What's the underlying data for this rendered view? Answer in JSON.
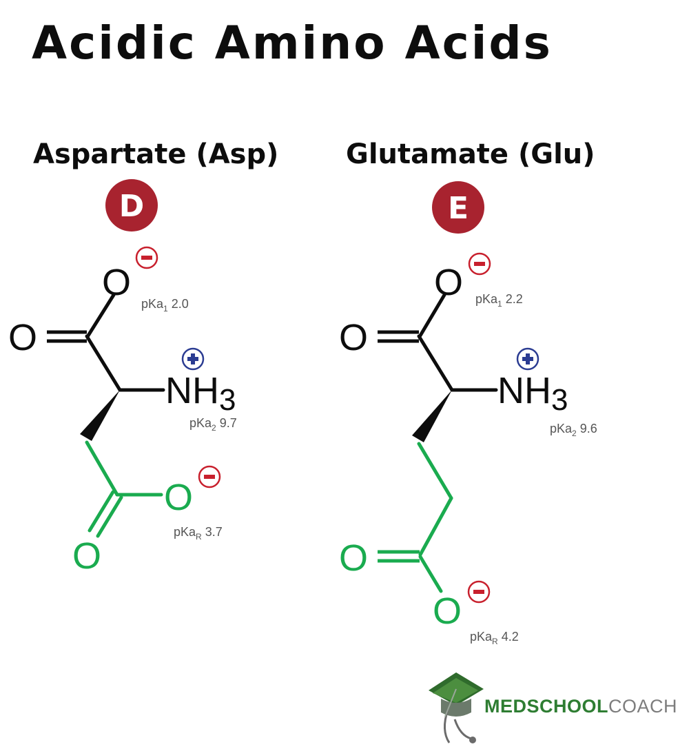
{
  "title": "Acidic Amino Acids",
  "colors": {
    "ink": "#0d0d0d",
    "side_chain": "#1aab4f",
    "negative": "#c8202d",
    "positive": "#2b3c92",
    "badge": "#a8232f",
    "label_gray": "#555555",
    "brand_green": "#2e7d32",
    "brand_gray": "#7d7d7d"
  },
  "aspartate": {
    "name": "Aspartate (Asp)",
    "code": "D",
    "atoms": {
      "o_top": "O",
      "o_left": "O",
      "nh": "NH",
      "nh_sub": "3",
      "o_side_right": "O",
      "o_side_bottom": "O"
    },
    "charges": {
      "carboxyl": "−",
      "amine": "+",
      "side": "−"
    },
    "pka": {
      "carboxyl": {
        "prefix": "pKa",
        "sub": "1",
        "value": "2.0"
      },
      "amine": {
        "prefix": "pKa",
        "sub": "2",
        "value": "9.7"
      },
      "side": {
        "prefix": "pKa",
        "sub": "R",
        "value": "3.7"
      }
    }
  },
  "glutamate": {
    "name": "Glutamate (Glu)",
    "code": "E",
    "atoms": {
      "o_top": "O",
      "o_left": "O",
      "nh": "NH",
      "nh_sub": "3",
      "o_side_left": "O",
      "o_side_bottom": "O"
    },
    "charges": {
      "carboxyl": "−",
      "amine": "+",
      "side": "−"
    },
    "pka": {
      "carboxyl": {
        "prefix": "pKa",
        "sub": "1",
        "value": "2.2"
      },
      "amine": {
        "prefix": "pKa",
        "sub": "2",
        "value": "9.6"
      },
      "side": {
        "prefix": "pKa",
        "sub": "R",
        "value": "4.2"
      }
    }
  },
  "brand": {
    "bold": "MEDSCHOOL",
    "light": "COACH",
    "logo_icon": "graduation-cap-stethoscope-icon"
  }
}
